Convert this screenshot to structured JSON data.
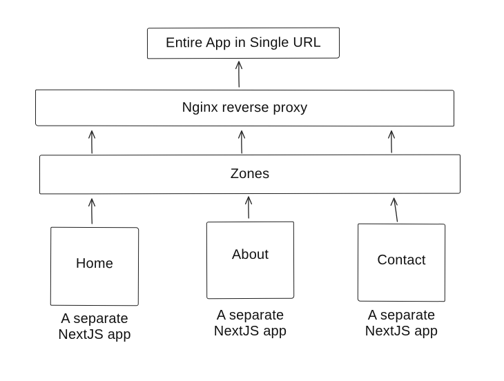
{
  "diagram": {
    "title_box": {
      "label": "Entire App in Single URL"
    },
    "proxy_bar": {
      "label": "Nginx reverse proxy"
    },
    "zones_bar": {
      "label": "Zones"
    },
    "apps": [
      {
        "id": "home",
        "label": "Home",
        "caption": [
          "A separate",
          "NextJS app"
        ]
      },
      {
        "id": "about",
        "label": "About",
        "caption": [
          "A separate",
          "NextJS app"
        ]
      },
      {
        "id": "contact",
        "label": "Contact",
        "caption": [
          "A separate",
          "NextJS app"
        ]
      }
    ],
    "arrows": [
      "home-to-zones",
      "about-to-zones",
      "contact-to-zones",
      "zones-to-proxy-left",
      "zones-to-proxy-center",
      "zones-to-proxy-right",
      "proxy-to-title"
    ],
    "colors": {
      "stroke": "#1f1f1f",
      "text": "#111111",
      "background": "#ffffff"
    }
  }
}
